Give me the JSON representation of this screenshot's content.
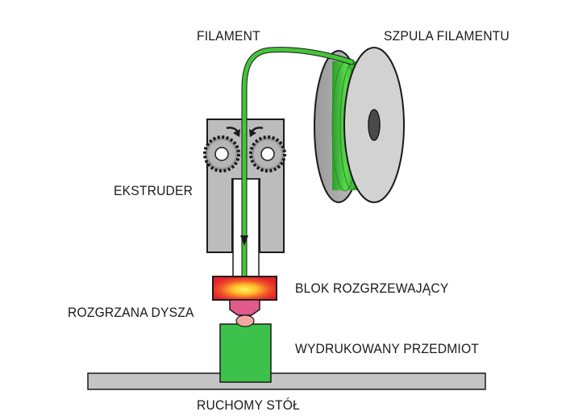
{
  "labels": {
    "filament": "FILAMENT",
    "spool": "SZPULA FILAMENTU",
    "extruder": "EKSTRUDER",
    "heater_block": "BLOK ROZGRZEWAJĄCY",
    "hot_nozzle": "ROZGRZANA DYSZA",
    "printed_object": "WYDRUKOWANY PRZEDMIOT",
    "moving_bed": "RUCHOMY STÓŁ"
  },
  "colors": {
    "filament_green": "#45c43a",
    "object_green": "#3cc24a",
    "extruder_gray": "#bcbcbc",
    "spool_gray": "#d2d2d2",
    "bed_gray": "#c4c4c4",
    "heater_red": "#e8262a",
    "heater_hot_center": "#ffe23a",
    "nozzle_pink": "#e05b8c",
    "outline": "#1a1a1a"
  }
}
